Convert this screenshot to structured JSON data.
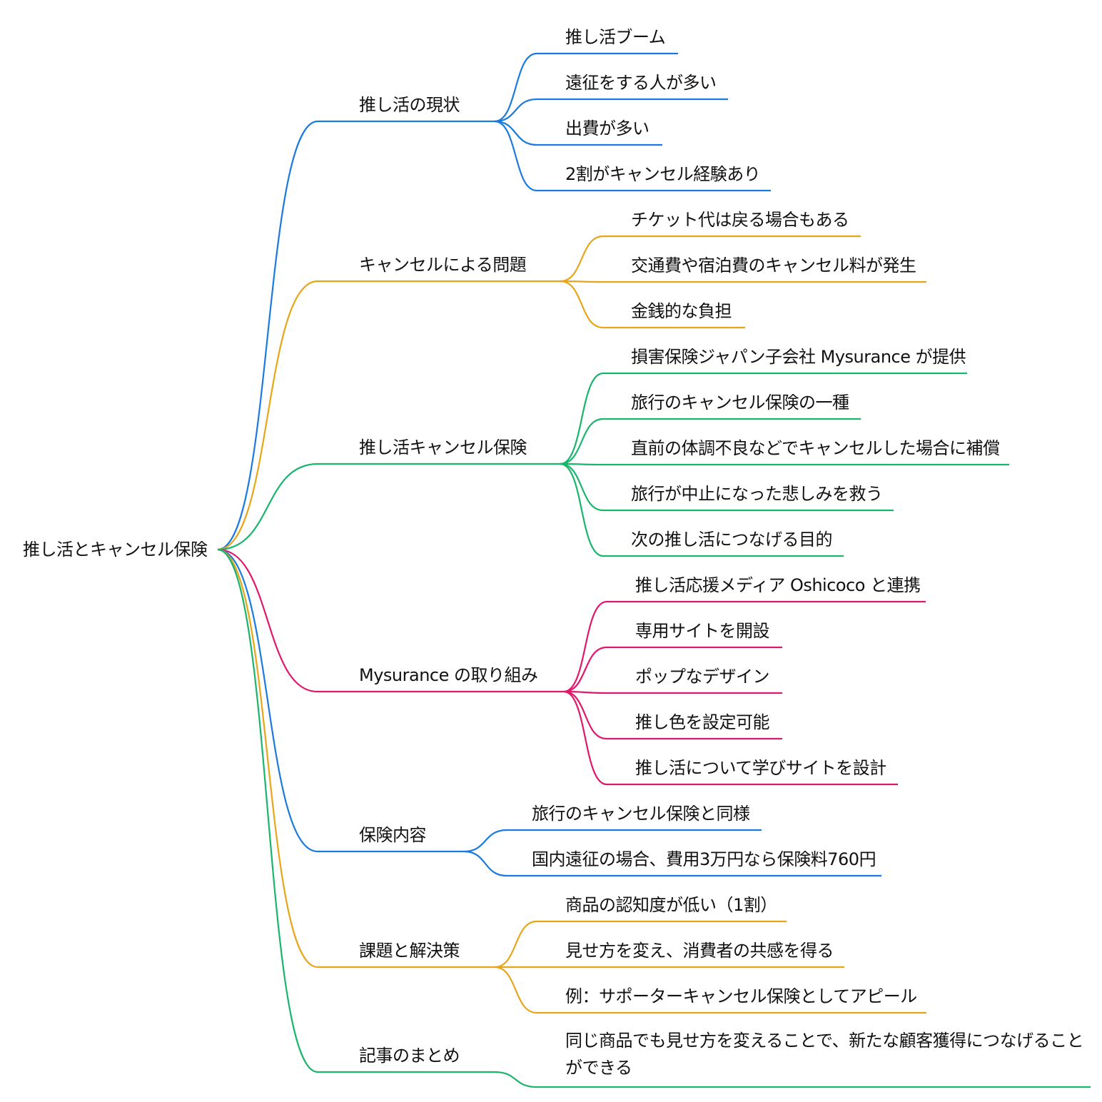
{
  "root": {
    "label": "推し活とキャンセル保険"
  },
  "colors": {
    "blue": "#1a7ae0",
    "orange": "#e8a517",
    "green": "#19b56c",
    "pink": "#e0186c"
  },
  "branches": [
    {
      "label": "推し活の現状",
      "color": "#1a7ae0",
      "children": [
        "推し活ブーム",
        "遠征をする人が多い",
        "出費が多い",
        "2割がキャンセル経験あり"
      ]
    },
    {
      "label": "キャンセルによる問題",
      "color": "#e8a517",
      "children": [
        "チケット代は戻る場合もある",
        "交通費や宿泊費のキャンセル料が発生",
        "金銭的な負担"
      ]
    },
    {
      "label": "推し活キャンセル保険",
      "color": "#19b56c",
      "children": [
        "損害保険ジャパン子会社 Mysurance が提供",
        "旅行のキャンセル保険の一種",
        "直前の体調不良などでキャンセルした場合に補償",
        "旅行が中止になった悲しみを救う",
        "次の推し活につなげる目的"
      ]
    },
    {
      "label": "Mysurance の取り組み",
      "color": "#e0186c",
      "children": [
        "推し活応援メディア Oshicoco と連携",
        "専用サイトを開設",
        "ポップなデザイン",
        "推し色を設定可能",
        "推し活について学びサイトを設計"
      ]
    },
    {
      "label": "保険内容",
      "color": "#1a7ae0",
      "children": [
        "旅行のキャンセル保険と同様",
        "国内遠征の場合、費用3万円なら保険料760円"
      ]
    },
    {
      "label": "課題と解決策",
      "color": "#e8a517",
      "children": [
        "商品の認知度が低い（1割）",
        "見せ方を変え、消費者の共感を得る",
        "例：サポーターキャンセル保険としてアピール"
      ]
    },
    {
      "label": "記事のまとめ",
      "color": "#19b56c",
      "children": [
        "同じ商品でも見せ方を変えることで、新たな顧客獲得につなげることができる"
      ]
    }
  ]
}
